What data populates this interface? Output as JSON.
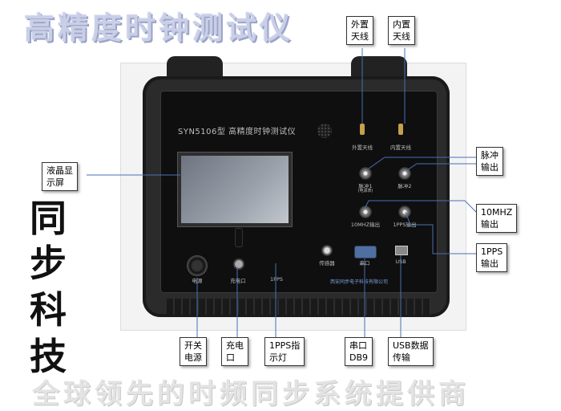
{
  "headline": "高精度时钟测试仪",
  "side_text": [
    "同",
    "步",
    "科",
    "技"
  ],
  "footer_slogan": "全球领先的时频同步系统提供商",
  "device": {
    "model": "SYN5106型  高精度时钟测试仪",
    "ports": {
      "ext_antenna": "外置天线",
      "int_antenna": "内置天线",
      "pulse1": "脉冲1",
      "pulse1_sub": "(电源表)",
      "pulse2": "脉冲2",
      "out_10mhz": "10MHZ输出",
      "out_1pps": "1PPS输出",
      "sensor": "传感器",
      "serial": "串口",
      "usb": "USB",
      "power": "电源",
      "charge": "充电口",
      "pps_led": "1PPS"
    },
    "company": "西安同步电子科技有限公司"
  },
  "callouts": {
    "ext_antenna": "外置\n天线",
    "int_antenna": "内置\n天线",
    "lcd": "液晶显\n示屏",
    "pulse_out": "脉冲\n输出",
    "mhz_out": "10MHZ\n输出",
    "pps_out": "1PPS\n输出",
    "power": "开关\n电源",
    "charge": "充电\n口",
    "pps_led": "1PPS指\n示灯",
    "serial": "串口\nDB9",
    "usb": "USB数据\n传输"
  }
}
